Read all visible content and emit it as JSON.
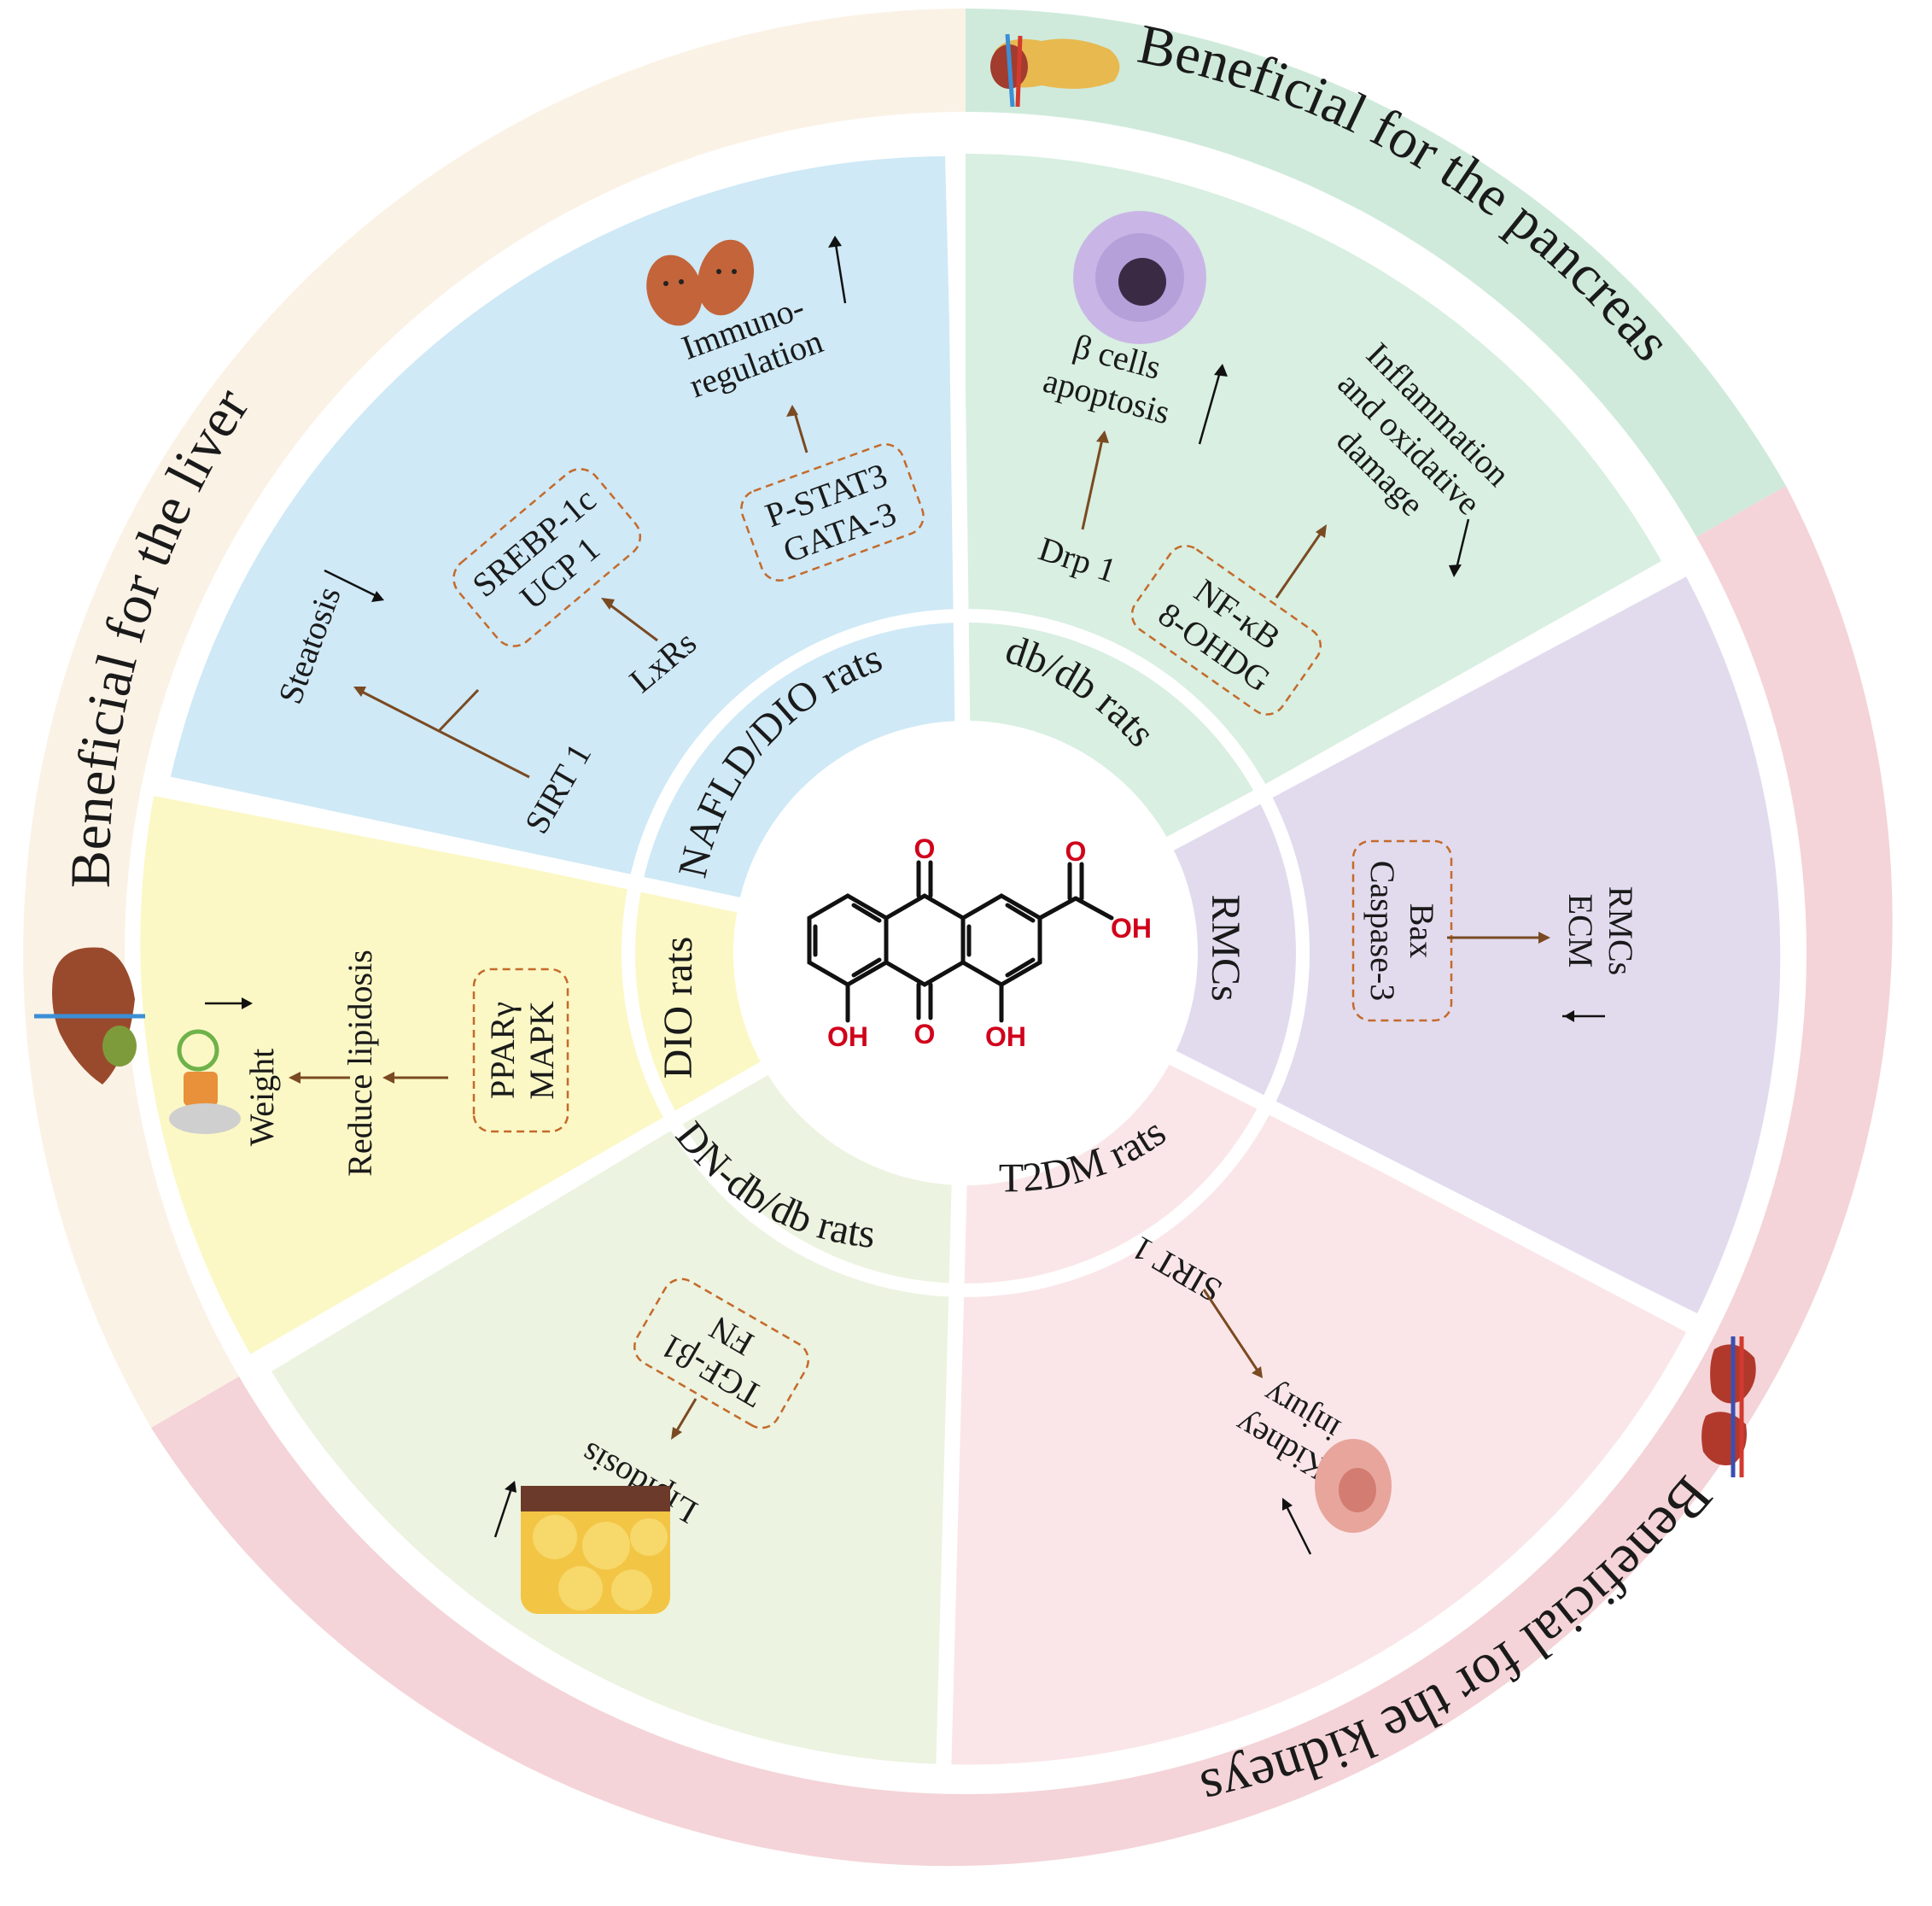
{
  "colors": {
    "liver_outer": "#fbf2e6",
    "pancreas_outer": "#cfeadb",
    "kidney_outer": "#f4d4d8",
    "nafld_sector": "#cfe9f6",
    "pancreas_sector": "#d8efe1",
    "rmc_sector": "#e2dbee",
    "t2dm_sector": "#fae6e8",
    "dn_sector": "#ecf3e0",
    "dio_sector": "#fbf8c6",
    "arrow": "#7a4a22",
    "box_border": "#c46a2b",
    "chem_hetero": "#d0021b"
  },
  "outer_titles": {
    "liver": "Beneficial  for the liver",
    "pancreas": "Beneficial  for the pancreas",
    "kidneys": "Beneficial  for the kidneys"
  },
  "ring_labels": {
    "nafld": "NAFLD/DIO rats",
    "dbdb": "db/db rats",
    "rmcs": "RMCs",
    "t2dm": "T2DM rats",
    "dn": "DN-db/db rats",
    "dio": "DIO rats"
  },
  "nafld_sector": {
    "immuno_line1": "Immuno-",
    "immuno_line2": "regulation",
    "box_line1": "P-STAT3",
    "box_line2": "GATA-3",
    "srebp_line1": "SREBP-1c",
    "srebp_line2": "UCP 1",
    "lxrs": "LxRs",
    "steatosis": "Steatosis",
    "sirt1": "SIRT 1"
  },
  "pancreas_sector": {
    "beta_line1": "β cells",
    "beta_line2": "apoptosis",
    "drp1": "Drp 1",
    "inflam_line1": "Inflammation",
    "inflam_line2": "and oxidative",
    "inflam_line3": "damage",
    "box_line1": "NF-κB",
    "box_line2": "8-OHDG"
  },
  "rmc_sector": {
    "box_line1": "Bax",
    "box_line2": "Caspase-3",
    "out_line1": "RMCs",
    "out_line2": "ECM"
  },
  "t2dm_sector": {
    "sirt1": "SIRT 1",
    "kidney_line1": "Kidney",
    "kidney_line2": "injury"
  },
  "dn_sector": {
    "box_line1": "TGF-β1",
    "box_line2": "FN",
    "lipidosis": "Lipidosis"
  },
  "dio_sector": {
    "box_line1": "PPARγ",
    "box_line2": "MAPK",
    "reduce": "Reduce lipidosis",
    "weight": "Weight"
  },
  "molecule": {
    "o_top": "O",
    "o_bottom": "O",
    "o_acid": "O",
    "oh_acid": "OH",
    "oh_left": "OH",
    "oh_right": "OH"
  }
}
